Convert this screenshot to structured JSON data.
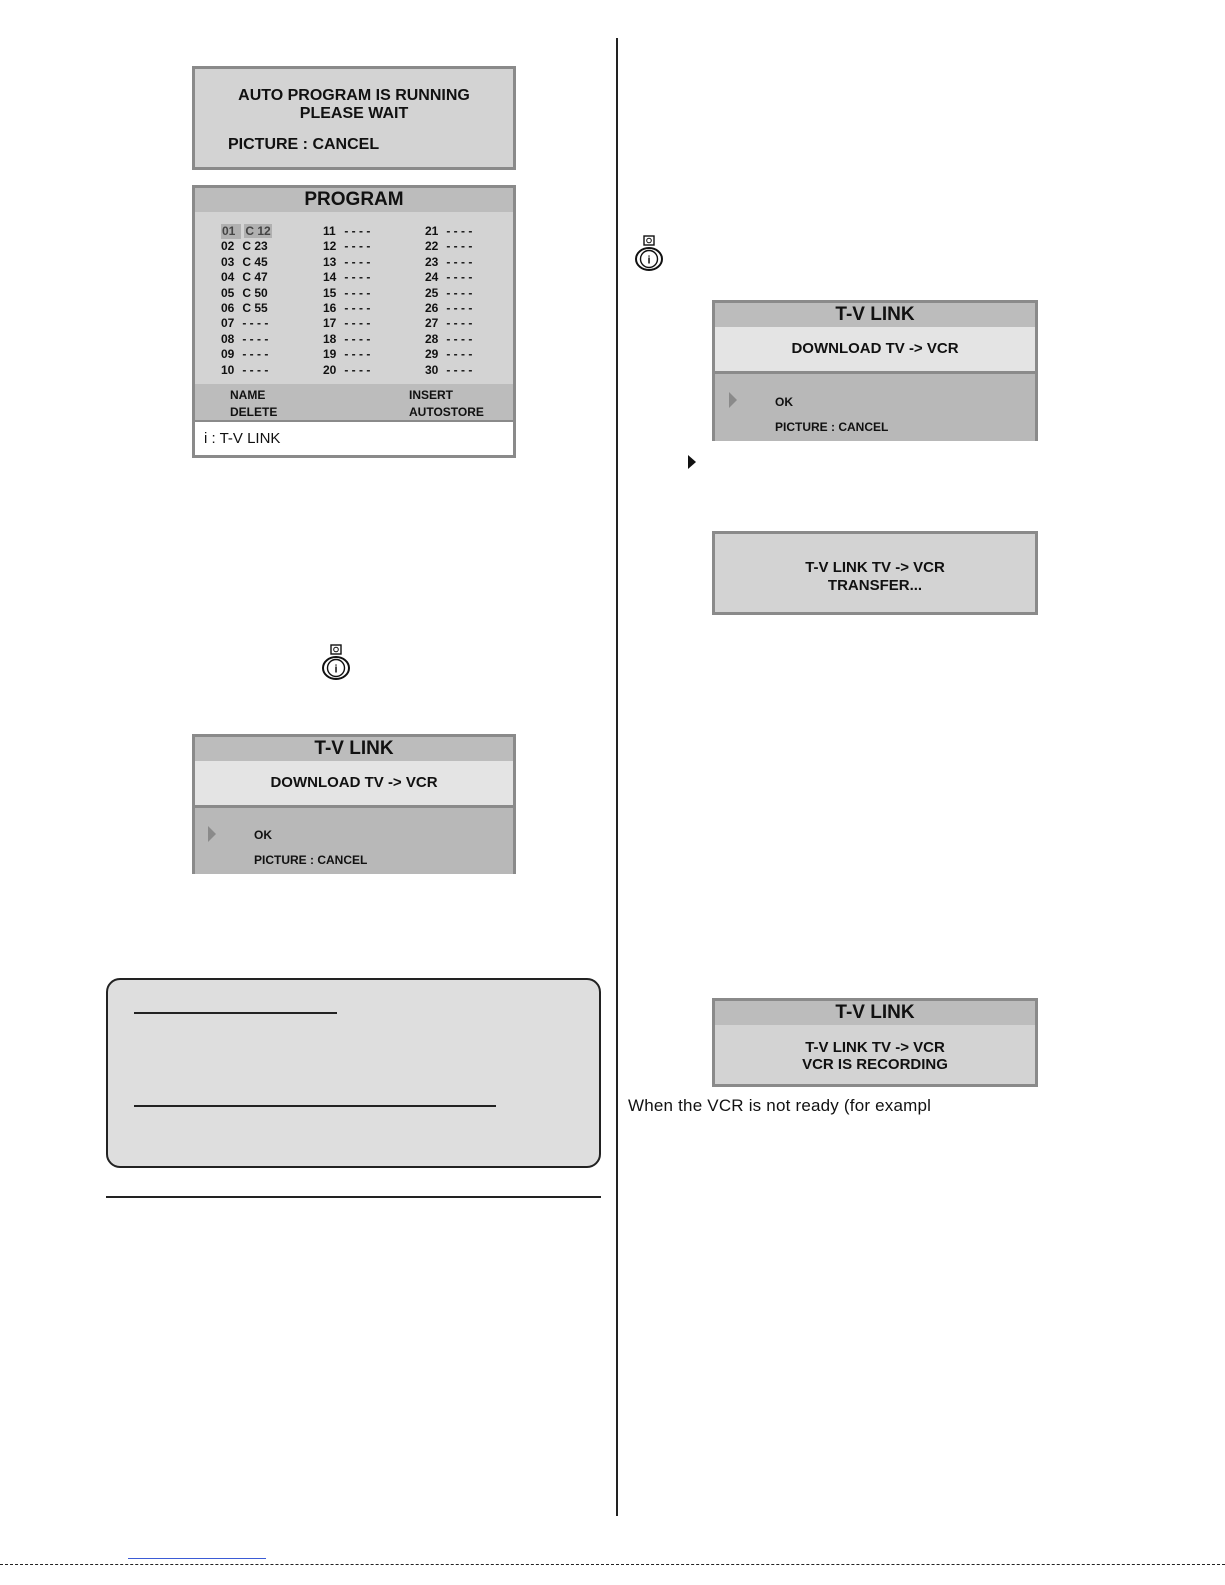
{
  "auto_program": {
    "line1": "AUTO  PROGRAM  IS  RUNNING",
    "line2": "PLEASE  WAIT",
    "line3": "PICTURE : CANCEL"
  },
  "program_menu": {
    "title": "PROGRAM",
    "columns": [
      [
        {
          "num": "01",
          "ch": "C 12",
          "selected": true
        },
        {
          "num": "02",
          "ch": "C 23"
        },
        {
          "num": "03",
          "ch": "C 45"
        },
        {
          "num": "04",
          "ch": "C 47"
        },
        {
          "num": "05",
          "ch": "C 50"
        },
        {
          "num": "06",
          "ch": "C 55"
        },
        {
          "num": "07",
          "ch": "- - - -"
        },
        {
          "num": "08",
          "ch": "- - - -"
        },
        {
          "num": "09",
          "ch": "- - - -"
        },
        {
          "num": "10",
          "ch": "- - - -"
        }
      ],
      [
        {
          "num": "11",
          "ch": "- - - -"
        },
        {
          "num": "12",
          "ch": "- - - -"
        },
        {
          "num": "13",
          "ch": "- - - -"
        },
        {
          "num": "14",
          "ch": "- - - -"
        },
        {
          "num": "15",
          "ch": "- - - -"
        },
        {
          "num": "16",
          "ch": "- - - -"
        },
        {
          "num": "17",
          "ch": "- - - -"
        },
        {
          "num": "18",
          "ch": "- - - -"
        },
        {
          "num": "19",
          "ch": "- - - -"
        },
        {
          "num": "20",
          "ch": "- - - -"
        }
      ],
      [
        {
          "num": "21",
          "ch": "- - - -"
        },
        {
          "num": "22",
          "ch": "- - - -"
        },
        {
          "num": "23",
          "ch": "- - - -"
        },
        {
          "num": "24",
          "ch": "- - - -"
        },
        {
          "num": "25",
          "ch": "- - - -"
        },
        {
          "num": "26",
          "ch": "- - - -"
        },
        {
          "num": "27",
          "ch": "- - - -"
        },
        {
          "num": "28",
          "ch": "- - - -"
        },
        {
          "num": "29",
          "ch": "- - - -"
        },
        {
          "num": "30",
          "ch": "- - - -"
        }
      ]
    ],
    "name_label": "NAME",
    "insert_label": "INSERT",
    "delete_label": "DELETE",
    "autostore_label": "AUTOSTORE",
    "footer_text": "i  :  T-V LINK"
  },
  "tvlink_left": {
    "title": "T-V LINK",
    "message": "DOWNLOAD  TV  -> VCR",
    "ok_label": "OK",
    "cancel_label": "PICTURE :  CANCEL"
  },
  "tvlink_right": {
    "title": "T-V LINK",
    "message": "DOWNLOAD  TV  -> VCR",
    "ok_label": "OK",
    "cancel_label": "PICTURE :  CANCEL"
  },
  "transfer_box": {
    "line1": "T-V  LINK   TV   -> VCR",
    "line2": "TRANSFER..."
  },
  "recording_box": {
    "title": "T-V LINK",
    "line1": "T-V  LINK    TV  -> VCR",
    "line2": "VCR  IS  RECORDING"
  },
  "info_button_glyph": "i",
  "bottom_text": "When the VCR is not ready (for exampl",
  "icons": [
    "info-button-icon",
    "arrow-right-icon",
    "selection-triangle-icon"
  ]
}
